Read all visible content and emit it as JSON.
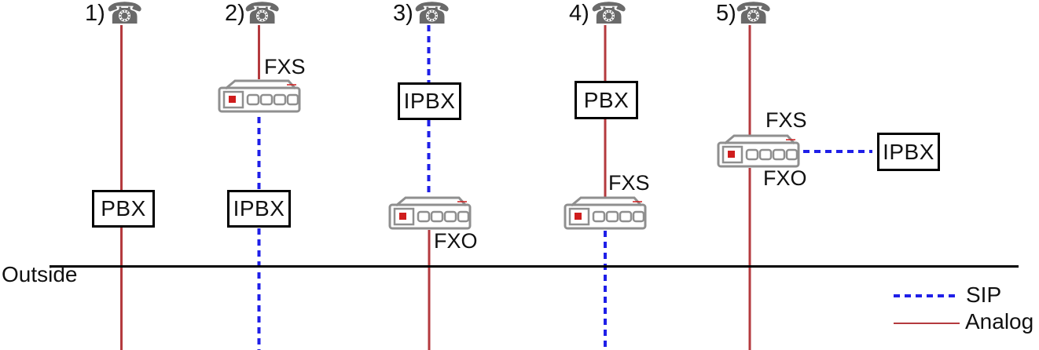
{
  "colors": {
    "analog": "#b43a3e",
    "sip": "#1f1fe8",
    "outside_line": "#000000",
    "phone_icon": "#6a6a6a",
    "device": "#8f8f8f",
    "device_logo": "#cf1d1d",
    "box_border": "#000000",
    "text": "#111111"
  },
  "icons": {
    "phone": "☎"
  },
  "scenarios": [
    {
      "number": "1)",
      "box_label": "PBX"
    },
    {
      "number": "2)",
      "fxs_label": "FXS",
      "box_label": "IPBX"
    },
    {
      "number": "3)",
      "box_label": "IPBX",
      "fxo_label": "FXO"
    },
    {
      "number": "4)",
      "box_label": "PBX",
      "fxs_label": "FXS"
    },
    {
      "number": "5)",
      "fxs_label": "FXS",
      "fxo_label": "FXO",
      "box_label": "IPBX"
    }
  ],
  "outside": {
    "label": "Outside"
  },
  "legend": {
    "sip_label": "SIP",
    "analog_label": "Analog"
  }
}
